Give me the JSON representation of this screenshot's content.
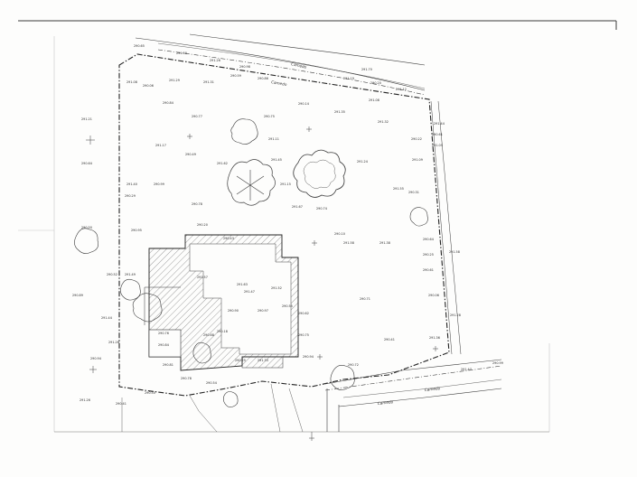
{
  "sheet": {
    "paper_color": "#fdfdfc",
    "ink_color": "#3a3a3a",
    "hatch_color": "#777777"
  },
  "road_labels": [
    {
      "id": "road-top-1",
      "text": "Camedo"
    },
    {
      "id": "road-top-2",
      "text": "Camedo"
    },
    {
      "id": "road-bottom-1",
      "text": "Camedo"
    },
    {
      "id": "road-bottom-2",
      "text": "Camedo"
    }
  ],
  "elevation_points": [
    "291.70",
    "290.65",
    "291.50",
    "291.26",
    "290.98",
    "291.19",
    "290.20",
    "291.12",
    "291.08",
    "290.06",
    "291.29",
    "291.31",
    "290.59",
    "290.86",
    "290.14",
    "291.35",
    "291.08",
    "291.32",
    "290.84",
    "290.77",
    "290.75",
    "291.21",
    "291.17",
    "290.49",
    "291.11",
    "291.45",
    "291.62",
    "290.64",
    "291.40",
    "290.99",
    "290.29",
    "290.78",
    "291.15",
    "291.67",
    "290.74",
    "291.24",
    "291.55",
    "290.22",
    "291.09",
    "290.31",
    "291.44",
    "290.61",
    "291.05",
    "290.50",
    "290.95",
    "290.20",
    "290.43",
    "290.10",
    "291.58",
    "291.38",
    "290.64",
    "290.25",
    "290.61",
    "291.58",
    "290.06",
    "291.28",
    "290.52",
    "291.49",
    "290.89",
    "291.44",
    "291.26",
    "290.94",
    "291.26",
    "291.57",
    "291.63",
    "291.47",
    "291.52",
    "290.90",
    "290.97",
    "290.55",
    "290.62",
    "290.71",
    "290.75",
    "290.41",
    "291.36",
    "290.76",
    "290.84",
    "290.68",
    "290.18",
    "290.81",
    "290.25",
    "291.33",
    "290.94",
    "290.72",
    "291.47",
    "290.99",
    "290.78",
    "290.54",
    "290.50",
    "290.41"
  ]
}
